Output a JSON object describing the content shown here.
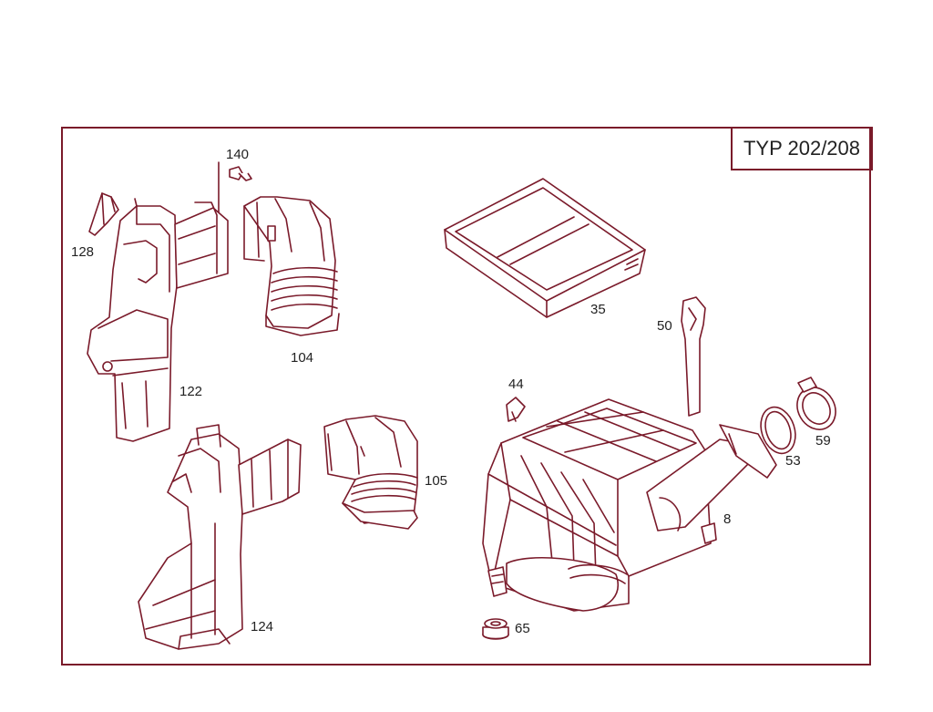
{
  "header": {
    "type_label": "TYP 202/208"
  },
  "callouts": {
    "p140": "140",
    "p128": "128",
    "p122": "122",
    "p104": "104",
    "p35": "35",
    "p50": "50",
    "p44": "44",
    "p53": "53",
    "p59": "59",
    "p105": "105",
    "p8": "8",
    "p124": "124",
    "p65": "65"
  },
  "colors": {
    "line": "#7a1a2a",
    "text": "#222222",
    "background": "#ffffff"
  }
}
